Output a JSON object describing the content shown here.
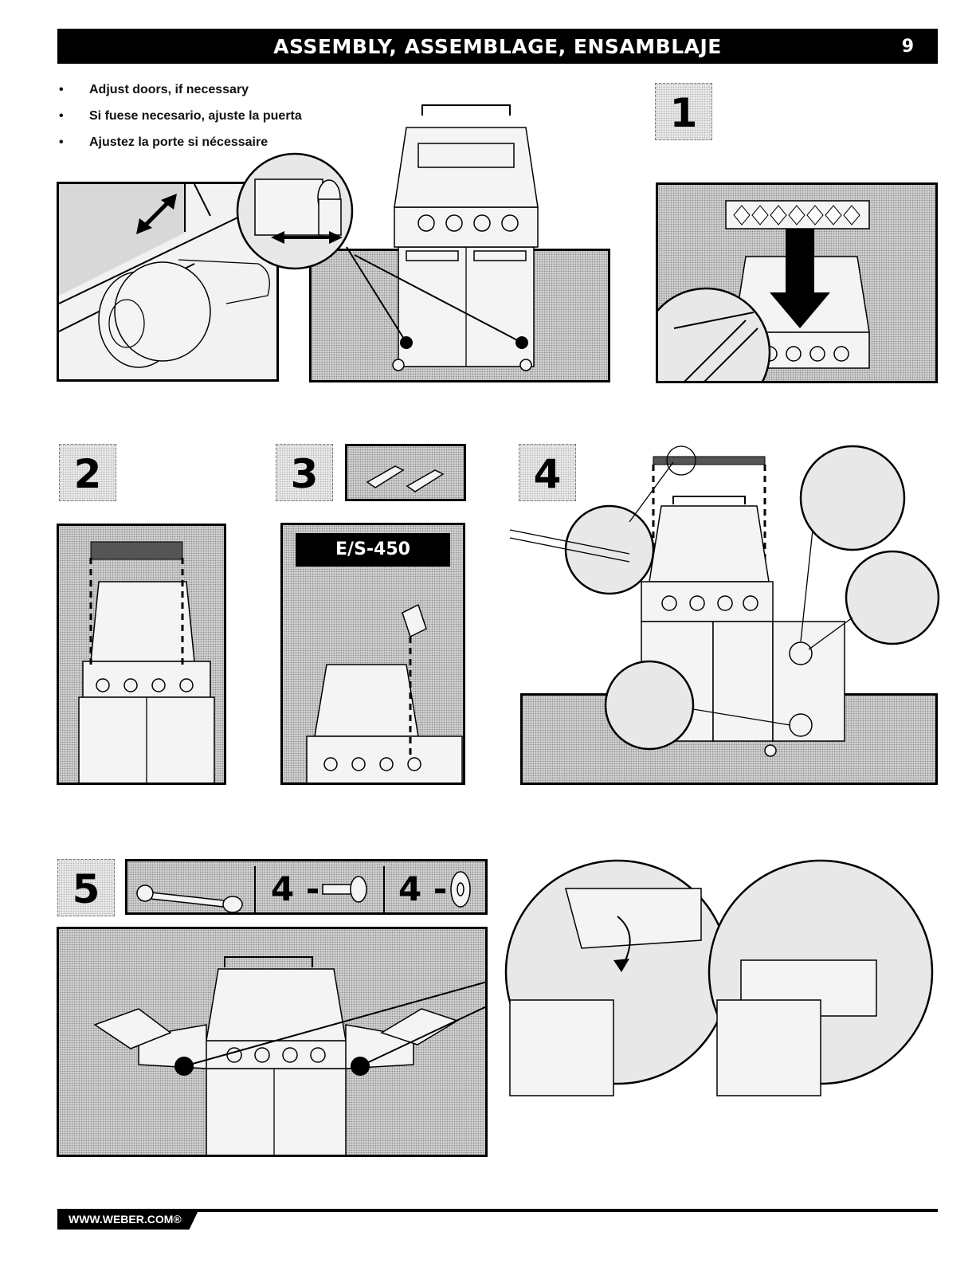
{
  "header": {
    "title": "ASSEMBLY, ASSEMBLAGE, ENSAMBLAJE",
    "page_number": "9"
  },
  "instructions": [
    "Adjust doors, if necessary",
    "Si fuese necesario, ajuste la puerta",
    "Ajustez la porte si nécessaire"
  ],
  "steps": {
    "step1": "1",
    "step2": "2",
    "step3": "3",
    "step4": "4",
    "step5": "5"
  },
  "step3_model_label": "E/S-450",
  "step5_parts": {
    "screw_qty": "4 -",
    "washer_qty": "4 -"
  },
  "footer": {
    "url": "WWW.WEBER.COM®"
  },
  "icons": [
    "wrench-icon",
    "screw-icon",
    "washer-icon",
    "arrow-down-icon",
    "double-arrow-icon"
  ]
}
